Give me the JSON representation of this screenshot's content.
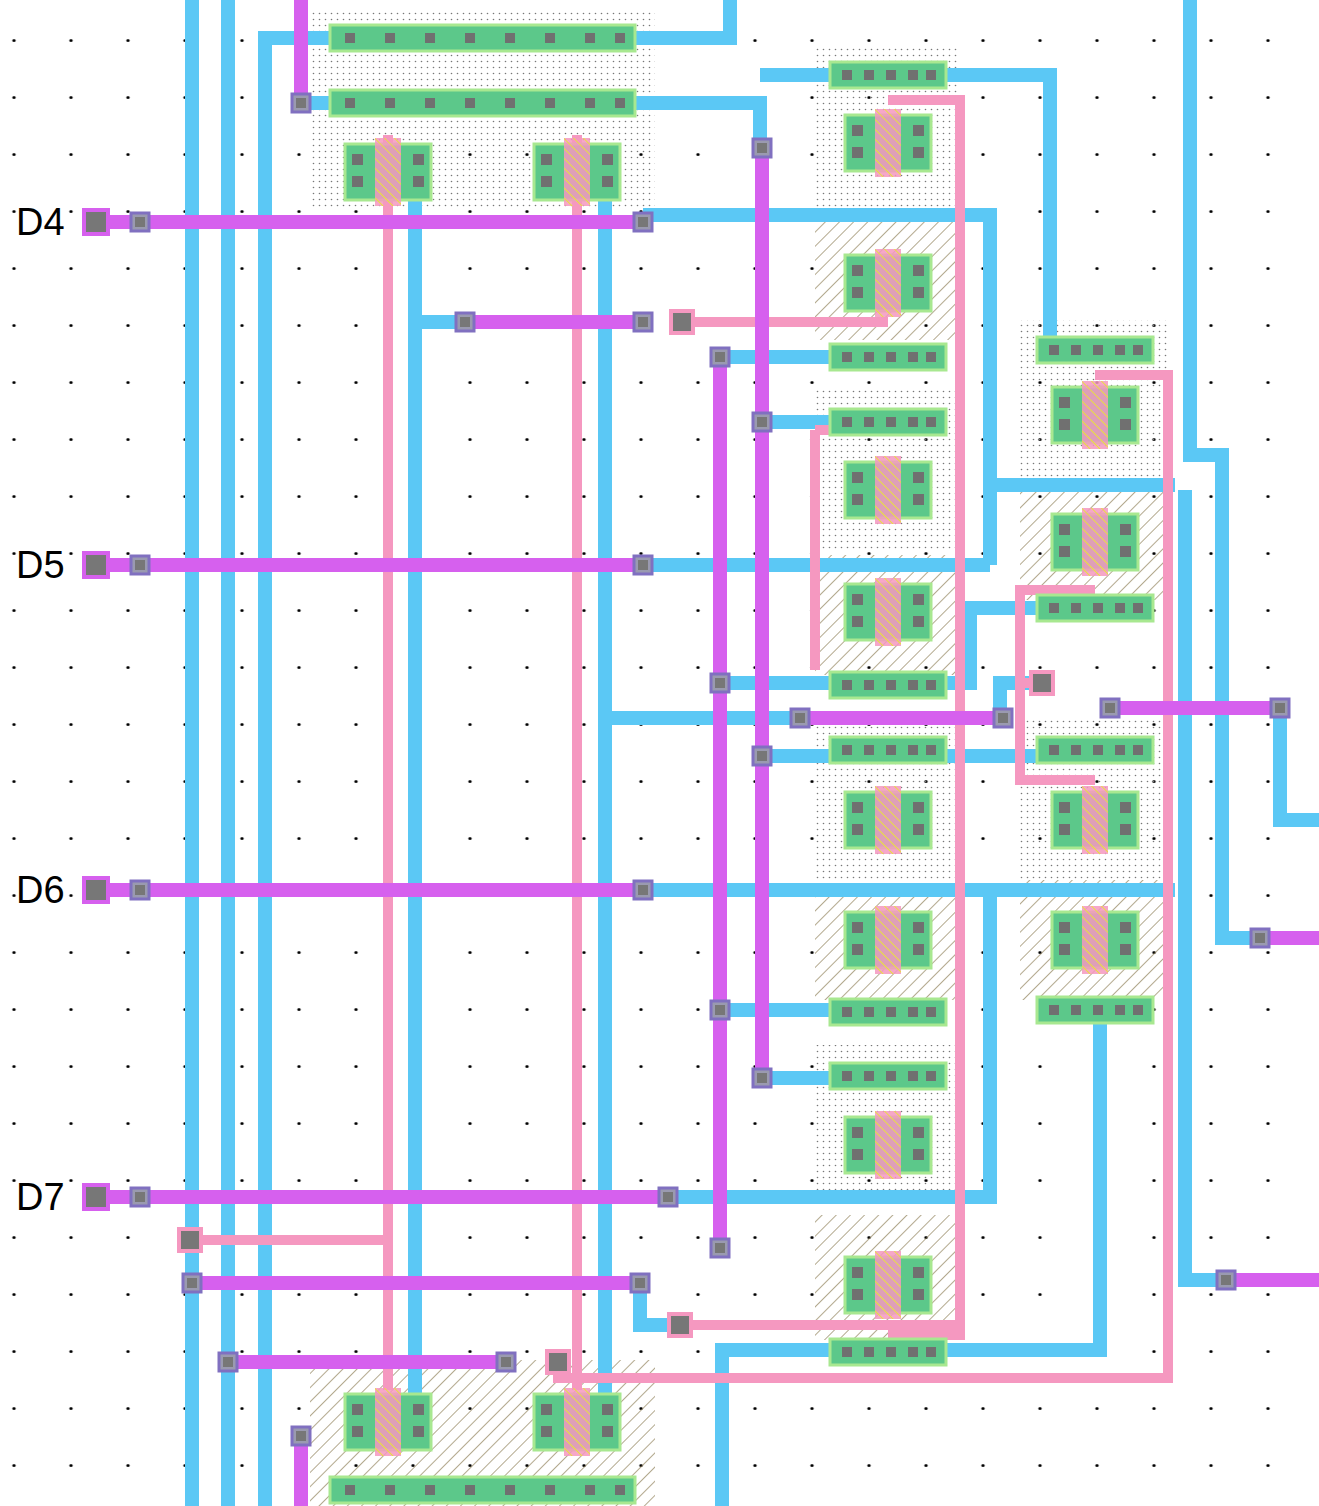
{
  "diagram": {
    "labels": [
      "D4",
      "D5",
      "D6",
      "D7"
    ]
  }
}
